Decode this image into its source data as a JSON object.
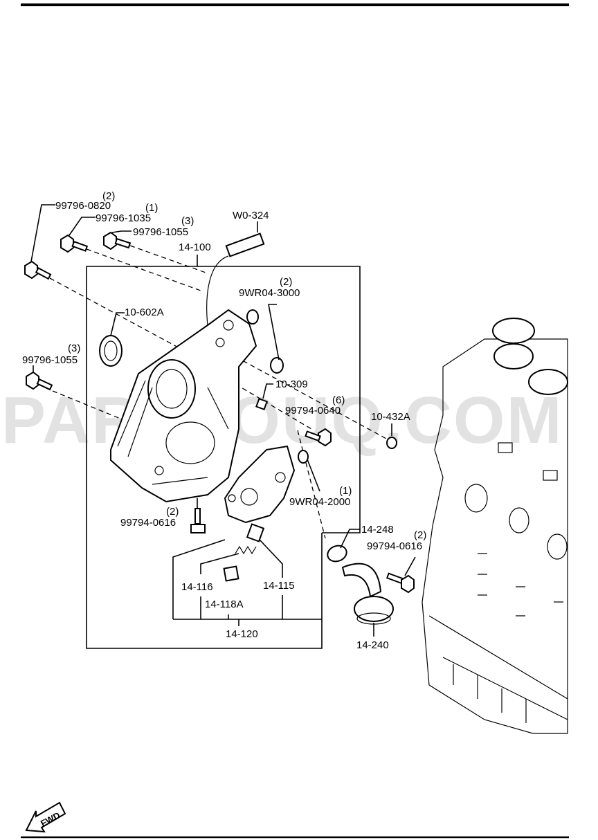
{
  "watermark": "PARTSOUQ.COM",
  "fwd_label": "FWD",
  "parts": [
    {
      "id": "p1",
      "number": "99796-0820",
      "qty": "(2)"
    },
    {
      "id": "p2",
      "number": "99796-1035",
      "qty": "(1)"
    },
    {
      "id": "p3",
      "number": "99796-1055",
      "qty": "(3)"
    },
    {
      "id": "p4",
      "number": "W0-324",
      "qty": ""
    },
    {
      "id": "p5",
      "number": "14-100",
      "qty": ""
    },
    {
      "id": "p6",
      "number": "9WR04-3000",
      "qty": "(2)"
    },
    {
      "id": "p7",
      "number": "10-602A",
      "qty": ""
    },
    {
      "id": "p8",
      "number": "99796-1055",
      "qty": "(3)"
    },
    {
      "id": "p9",
      "number": "10-309",
      "qty": ""
    },
    {
      "id": "p10",
      "number": "99794-0640",
      "qty": "(6)"
    },
    {
      "id": "p11",
      "number": "10-432A",
      "qty": ""
    },
    {
      "id": "p12",
      "number": "9WR04-2000",
      "qty": "(1)"
    },
    {
      "id": "p13",
      "number": "99794-0616",
      "qty": "(2)"
    },
    {
      "id": "p14",
      "number": "14-248",
      "qty": ""
    },
    {
      "id": "p15",
      "number": "99794-0616",
      "qty": "(2)"
    },
    {
      "id": "p16",
      "number": "14-116",
      "qty": ""
    },
    {
      "id": "p17",
      "number": "14-115",
      "qty": ""
    },
    {
      "id": "p18",
      "number": "14-118A",
      "qty": ""
    },
    {
      "id": "p19",
      "number": "14-120",
      "qty": ""
    },
    {
      "id": "p20",
      "number": "14-240",
      "qty": ""
    }
  ]
}
